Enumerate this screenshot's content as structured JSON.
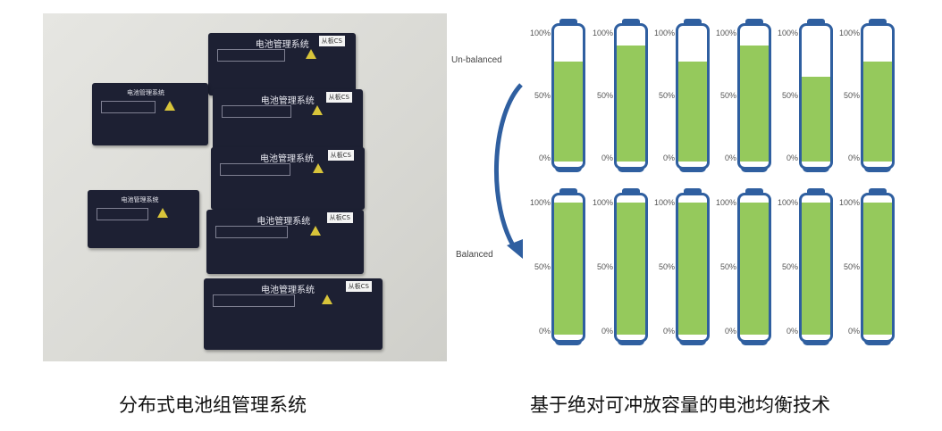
{
  "photo": {
    "module_label": "电池管理系统",
    "module_tag": "从板CS",
    "module_count": 5,
    "small_module_count": 2
  },
  "diagram": {
    "state_labels": {
      "unbalanced": "Un-balanced",
      "balanced": "Balanced"
    },
    "axis_ticks": [
      "100%",
      "50%",
      "0%"
    ],
    "unbalanced_levels": [
      77,
      90,
      77,
      90,
      65,
      77
    ],
    "balanced_levels": [
      100,
      100,
      100,
      100,
      100,
      100
    ],
    "colors": {
      "fill": "#95c95c",
      "outline": "#2f5fa0",
      "arrow": "#2f5fa0"
    }
  },
  "captions": {
    "left": "分布式电池组管理系统",
    "right": "基于绝对可冲放容量的电池均衡技术"
  }
}
